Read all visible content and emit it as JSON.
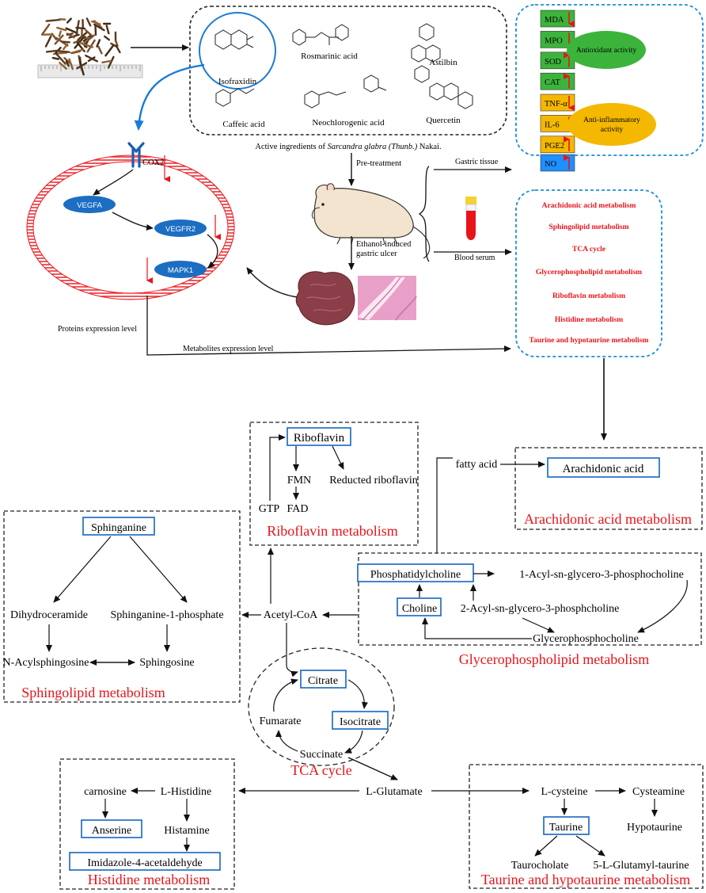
{
  "colors": {
    "metab_label": "#e8141a",
    "box_border": "#1565c0",
    "panel_dash": "#1a8fd6",
    "up_arrow": "#e8141a",
    "green_tag": "#3cb43c",
    "orange_tag": "#f5b800",
    "blue_tag": "#1e90ff",
    "protein_fill": "#1b6ec2",
    "membrane": "#e8141a",
    "dashed_box": "#222222",
    "blue_arrow": "#1a7bd6"
  },
  "top": {
    "compounds": {
      "isofraxidin": "Isofraxidin",
      "rosmarinic": "Rosmarinic acid",
      "astilbin": "Astilbin",
      "caffeic": "Caffeic acid",
      "neochlorogenic": "Neochlorogenic acid",
      "quercetin": "Quercetin"
    },
    "active_caption_prefix": "Active ingredients of ",
    "active_caption_species": "Sarcandra glabra (Thunb.)",
    "active_caption_suffix": " Nakai.",
    "pretreatment": "Pre-treatment",
    "ethanol_line1": "Ethanol-induced",
    "ethanol_line2": "gastric ulcer",
    "gastric_tissue": "Gastric tissue",
    "blood_serum": "Blood serum",
    "proteins_level": "Proteins expression level",
    "metabolites_level": "Metabolites expression level"
  },
  "cell": {
    "receptor": "COX2",
    "p1": "VEGFA",
    "p2": "VEGFR2",
    "p3": "MAPK1"
  },
  "indicators": {
    "green": [
      {
        "label": "MDA",
        "dir": "down"
      },
      {
        "label": "MPO",
        "dir": "down"
      },
      {
        "label": "SOD",
        "dir": "up"
      },
      {
        "label": "CAT",
        "dir": "up"
      }
    ],
    "orange": [
      {
        "label": "TNF-α",
        "dir": "down"
      },
      {
        "label": "IL-6",
        "dir": "down"
      },
      {
        "label": "PGE2",
        "dir": "up"
      }
    ],
    "blue": [
      {
        "label": "NO",
        "dir": "up"
      }
    ],
    "antioxidant": "Antioxidant activity",
    "anti_inflam_line1": "Anti-inflammatory",
    "anti_inflam_line2": "activity"
  },
  "pathways_list": [
    "Arachidonic acid metabolism",
    "Sphingolipid metabolism",
    "TCA cycle",
    "Glycerophospholipid metabolism",
    "Riboflavin metabolism",
    "Histidine metabolism",
    "Taurine and hypotaurine metabolism"
  ],
  "network": {
    "riboflavin": "Riboflavin",
    "fmn": "FMN",
    "reducted": "Reducted riboflavin",
    "gtp": "GTP",
    "fad": "FAD",
    "riboflavin_title": "Riboflavin metabolism",
    "fatty_acid": "fatty acid",
    "arachidonic": "Arachidonic acid",
    "arachidonic_title": "Arachidonic acid metabolism",
    "sphinganine": "Sphinganine",
    "dihydroceramide": "Dihydroceramide",
    "sphinganine1p": "Sphinganine-1-phosphate",
    "nacyl": "N-Acylsphingosine",
    "sphingosine": "Sphingosine",
    "sphingo_title": "Sphingolipid metabolism",
    "acetylcoa": "Acetyl-CoA",
    "pc": "Phosphatidylcholine",
    "acyl1": "1-Acyl-sn-glycero-3-phosphocholine",
    "choline": "Choline",
    "acyl2": "2-Acyl-sn-glycero-3-phosphcholine",
    "gpc": "Glycerophosphocholine",
    "glycero_title": "Glycerophospholipid metabolism",
    "citrate": "Citrate",
    "fumarate": "Fumarate",
    "isocitrate": "Isocitrate",
    "succinate": "Succinate",
    "tca_title": "TCA cycle",
    "carnosine": "carnosine",
    "lhistidine": "L-Histidine",
    "anserine": "Anserine",
    "histamine": "Histamine",
    "imidazole": "Imidazole-4-acetaldehyde",
    "histidine_title": "Histidine metabolism",
    "lglutamate": "L-Glutamate",
    "lcysteine": "L-cysteine",
    "cysteamine": "Cysteamine",
    "taurine": "Taurine",
    "hypotaurine": "Hypotaurine",
    "taurocholate": "Taurocholate",
    "glutamyl": "5-L-Glutamyl-taurine",
    "taurine_title": "Taurine and hypotaurine metabolism"
  }
}
